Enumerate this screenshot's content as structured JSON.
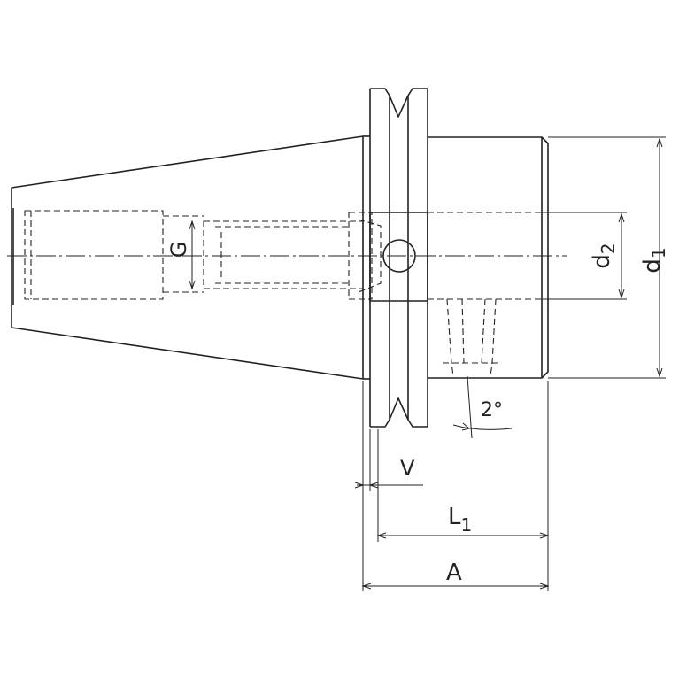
{
  "labels": {
    "g": "G",
    "d2_main": "d",
    "d2_sub": "2",
    "d1_main": "d",
    "d1_sub": "1",
    "angle": "2°",
    "v": "V",
    "l1_main": "L",
    "l1_sub": "1",
    "a": "A"
  },
  "colors": {
    "line": "#222222",
    "background": "#ffffff"
  }
}
